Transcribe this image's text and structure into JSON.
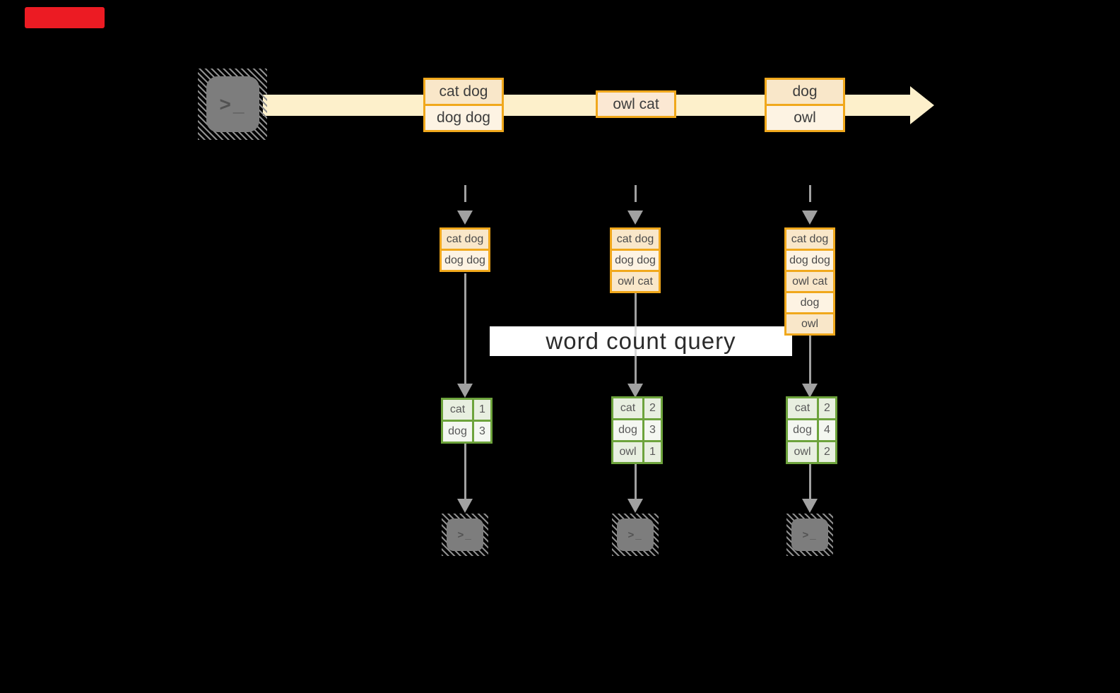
{
  "stream": {
    "events": [
      {
        "lines": [
          "cat dog",
          "dog dog"
        ]
      },
      {
        "lines": [
          "owl cat"
        ]
      },
      {
        "lines": [
          "dog",
          "owl"
        ]
      }
    ]
  },
  "query": {
    "label": "word count query"
  },
  "columns": [
    {
      "buffer": [
        "cat dog",
        "dog dog"
      ],
      "counts": [
        {
          "word": "cat",
          "count": "1"
        },
        {
          "word": "dog",
          "count": "3"
        }
      ]
    },
    {
      "buffer": [
        "cat dog",
        "dog dog",
        "owl cat"
      ],
      "counts": [
        {
          "word": "cat",
          "count": "2"
        },
        {
          "word": "dog",
          "count": "3"
        },
        {
          "word": "owl",
          "count": "1"
        }
      ]
    },
    {
      "buffer": [
        "cat dog",
        "dog dog",
        "owl cat",
        "dog",
        "owl"
      ],
      "counts": [
        {
          "word": "cat",
          "count": "2"
        },
        {
          "word": "dog",
          "count": "4"
        },
        {
          "word": "owl",
          "count": "2"
        }
      ]
    }
  ],
  "terminal": {
    "prompt": ">_"
  },
  "colors": {
    "background": "#000000",
    "stream_band": "#fdf0cb",
    "event_border": "#f0a81c",
    "event_fill_dark": "#f9e7c9",
    "event_fill_light": "#fdf3e3",
    "table_border": "#6da33c",
    "table_fill_dark": "#e8efe0",
    "table_fill_light": "#f4f7f1",
    "arrow_gray": "#a1a1a1",
    "terminal_gray": "#7d7d7d",
    "badge_red": "#ec1b23",
    "query_band": "#ffffff"
  }
}
